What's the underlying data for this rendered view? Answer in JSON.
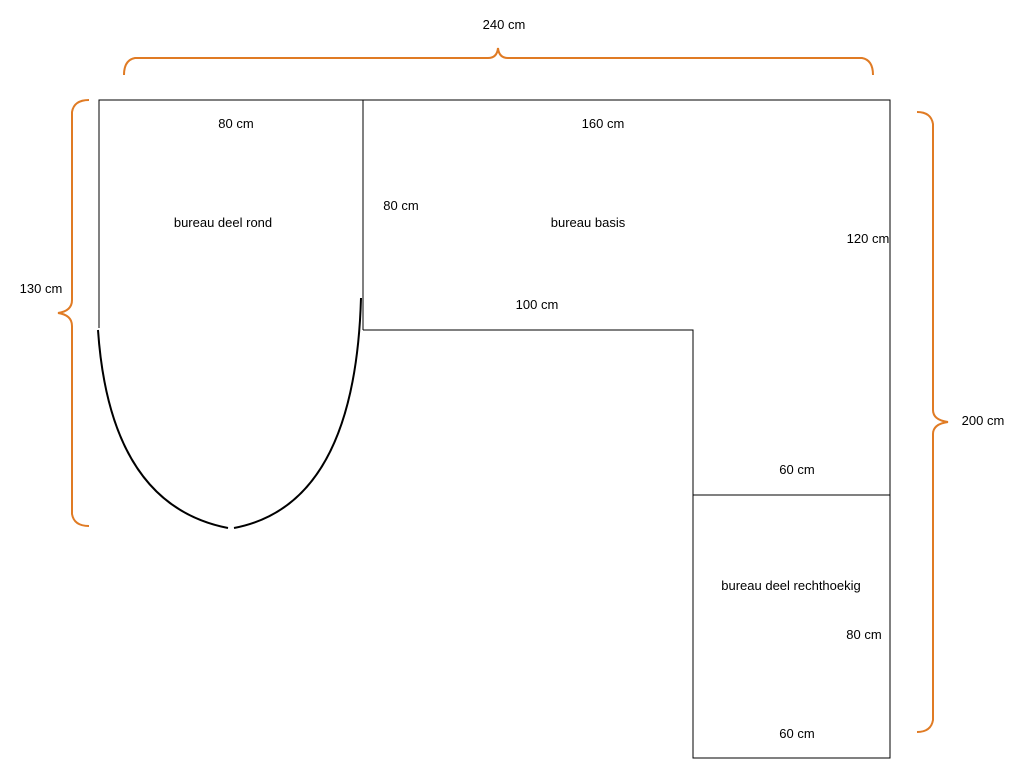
{
  "colors": {
    "line": "#000000",
    "brace": "#e07b24",
    "background": "#ffffff"
  },
  "overall": {
    "width": "240 cm",
    "height_left": "130 cm",
    "height_right": "200 cm"
  },
  "parts": {
    "round": {
      "name": "bureau deel rond",
      "width": "80 cm"
    },
    "basis": {
      "name": "bureau basis",
      "top": "160 cm",
      "left": "80 cm",
      "bottom": "100 cm",
      "right": "120 cm"
    },
    "rect": {
      "name": "bureau deel rechthoekig",
      "top": "60 cm",
      "right": "80 cm",
      "bottom": "60 cm"
    }
  }
}
